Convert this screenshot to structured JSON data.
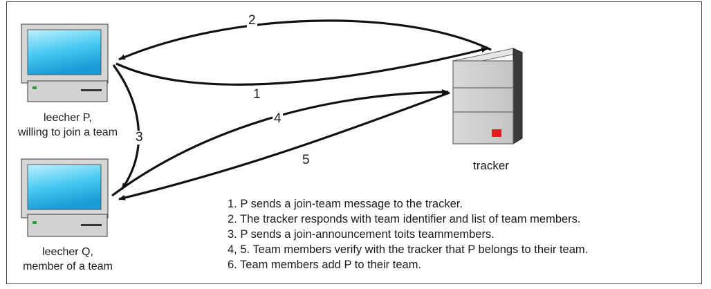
{
  "nodes": {
    "leecher_p": {
      "label_line1": "leecher P,",
      "label_line2": "willing to join a team"
    },
    "leecher_q": {
      "label_line1": "leecher Q,",
      "label_line2": "member of a team"
    },
    "tracker": {
      "label": "tracker"
    }
  },
  "edges": {
    "e1": "1",
    "e2": "2",
    "e3": "3",
    "e4": "4",
    "e5": "5"
  },
  "steps": [
    "1. P sends a join-team message to the tracker.",
    "2. The tracker responds with team identifier and list of team members.",
    "3. P sends a join-announcement toits teammembers.",
    "4, 5. Team members verify with the tracker that P belongs to their team.",
    "6. Team members add P to their team."
  ]
}
